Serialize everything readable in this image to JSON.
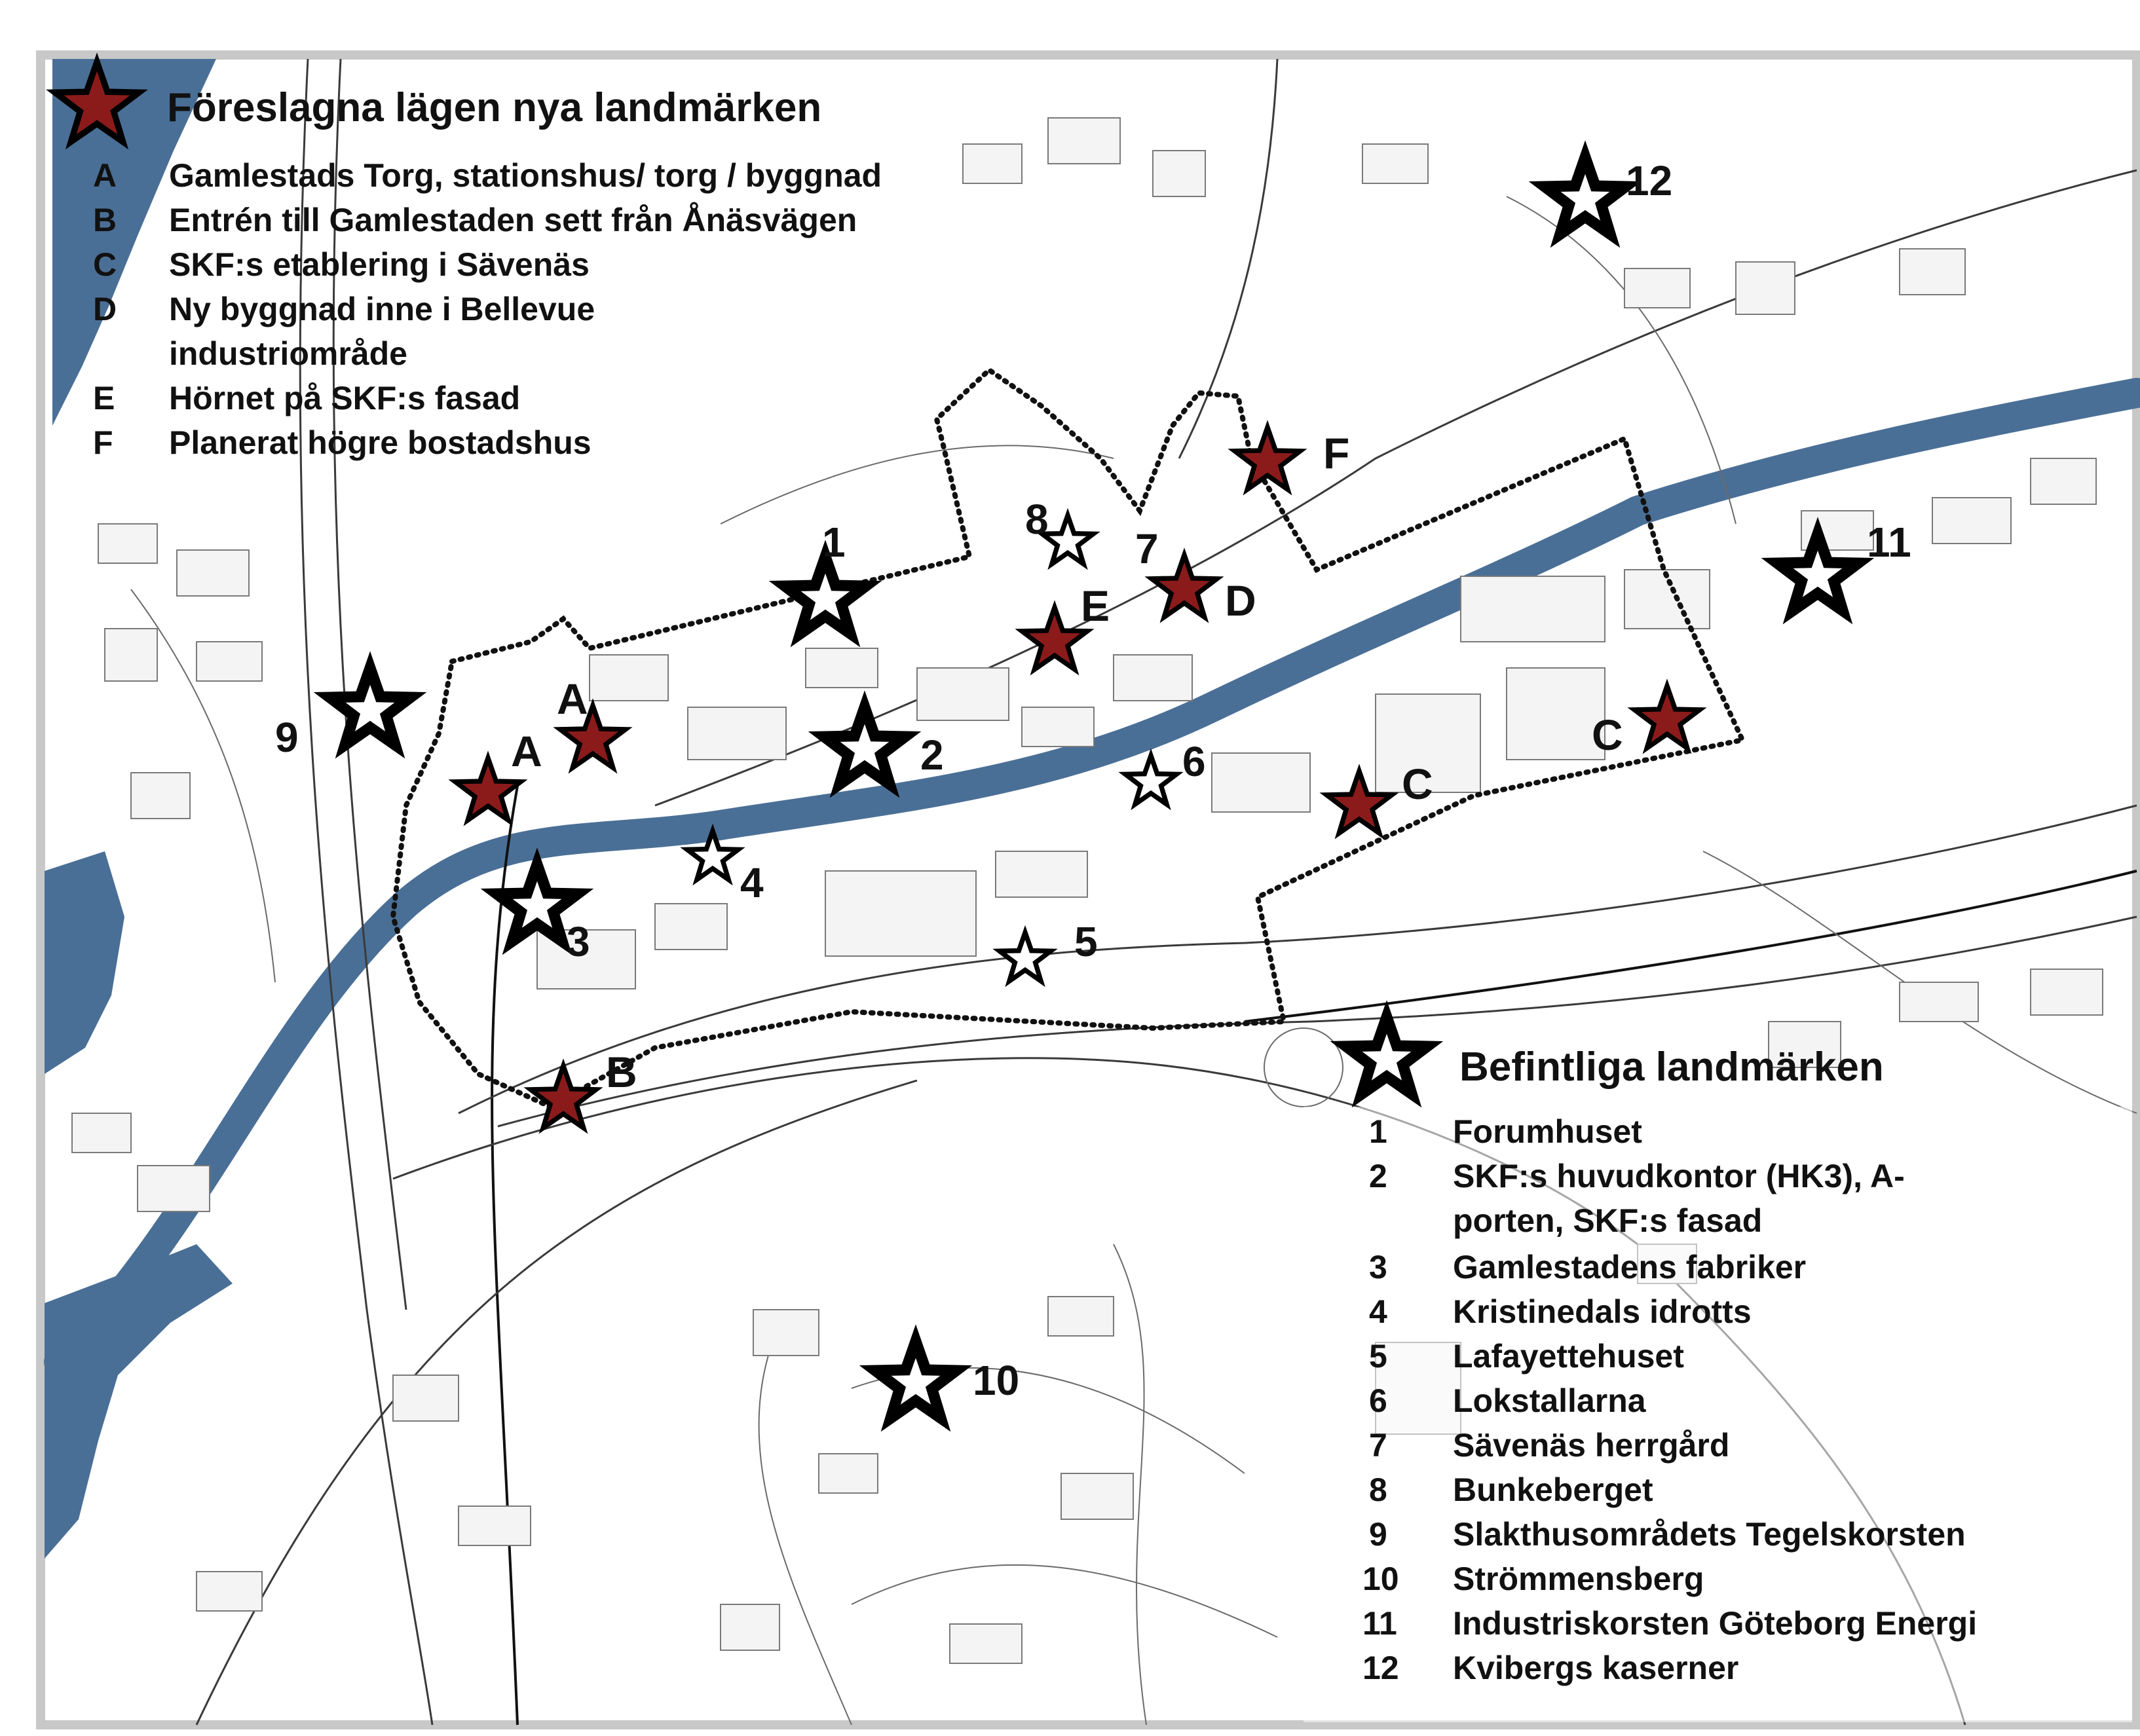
{
  "legend_proposed": {
    "title": "Föreslagna lägen nya landmärken",
    "items": [
      {
        "key": "A",
        "text": "Gamlestads Torg, stationshus/ torg / byggnad"
      },
      {
        "key": "B",
        "text": "Entrén till Gamlestaden sett från Ånäsvägen"
      },
      {
        "key": "C",
        "text": "SKF:s etablering i Sävenäs"
      },
      {
        "key": "D",
        "text": "Ny byggnad  inne i Bellevue"
      },
      {
        "key": "",
        "text": "industriområde"
      },
      {
        "key": "E",
        "text": "Hörnet på SKF:s fasad"
      },
      {
        "key": "F",
        "text": "Planerat högre bostadshus"
      }
    ]
  },
  "legend_existing": {
    "title": "Befintliga landmärken",
    "items": [
      {
        "key": "1",
        "text": "Forumhuset"
      },
      {
        "key": "2",
        "text": "SKF:s huvudkontor (HK3), A-"
      },
      {
        "key": "",
        "text": "porten, SKF:s fasad"
      },
      {
        "key": "3",
        "text": "Gamlestadens fabriker"
      },
      {
        "key": "4",
        "text": "Kristinedals idrotts"
      },
      {
        "key": "5",
        "text": "Lafayettehuset"
      },
      {
        "key": "6",
        "text": "Lokstallarna"
      },
      {
        "key": "7",
        "text": "Sävenäs herrgård"
      },
      {
        "key": "8",
        "text": "Bunkeberget"
      },
      {
        "key": "9",
        "text": "Slakthusområdets Tegelskorsten"
      },
      {
        "key": "10",
        "text": "Strömmensberg"
      },
      {
        "key": "11",
        "text": "Industriskorsten Göteborg Energi"
      },
      {
        "key": "12",
        "text": "Kvibergs kaserner"
      }
    ]
  },
  "markers_proposed": {
    "A1": "A",
    "A2": "A",
    "B": "B",
    "C1": "C",
    "C2": "C",
    "D": "D",
    "E": "E",
    "F": "F"
  },
  "markers_existing": {
    "m1": "1",
    "m2": "2",
    "m3": "3",
    "m4": "4",
    "m5": "5",
    "m6": "6",
    "m7": "7",
    "m8": "8",
    "m9": "9",
    "m10": "10",
    "m11": "11",
    "m12": "12"
  },
  "icons": {
    "proposed_marker": "red-star-icon",
    "existing_marker": "white-star-icon"
  },
  "colors": {
    "water": "#4a6f96",
    "proposed_star": "#8b1b1b",
    "existing_star": "#ffffff"
  }
}
